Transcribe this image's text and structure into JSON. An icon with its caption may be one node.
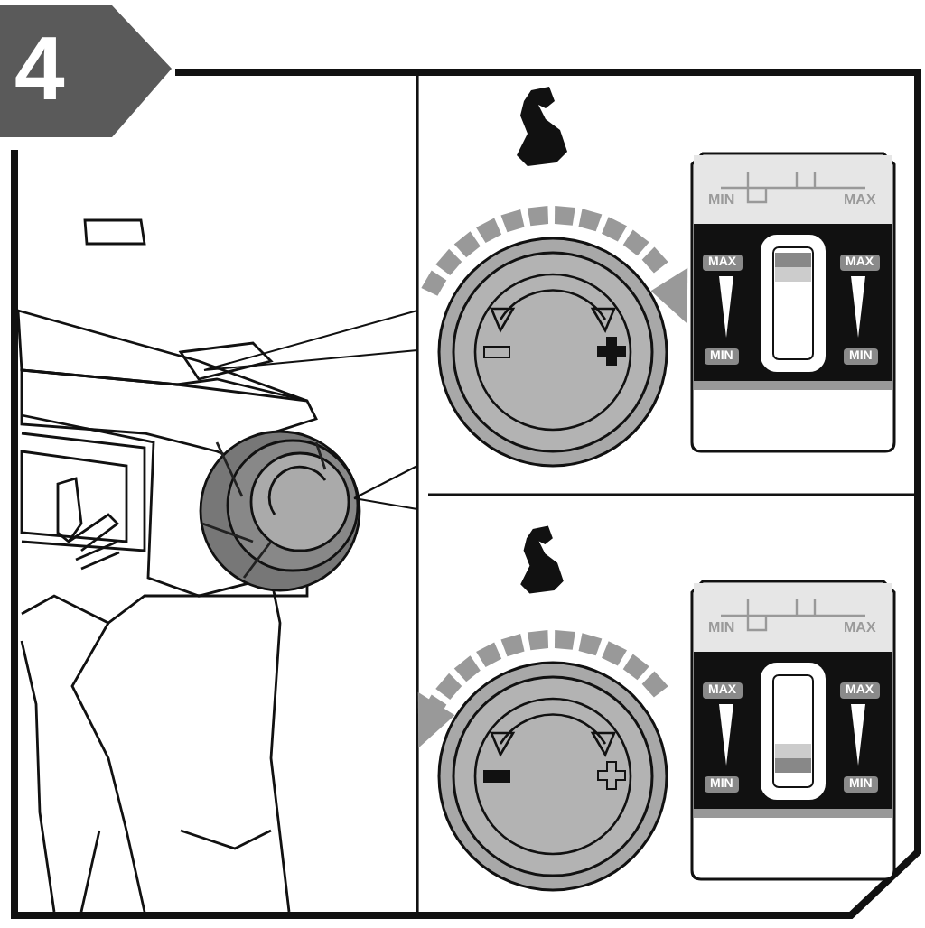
{
  "diagram": {
    "labels": [
      "4",
      "MIN",
      "MAX",
      "MAX",
      "MAX",
      "MIN",
      "MIN",
      "MIN",
      "MAX",
      "MAX",
      "MAX",
      "MIN",
      "MIN"
    ]
  }
}
